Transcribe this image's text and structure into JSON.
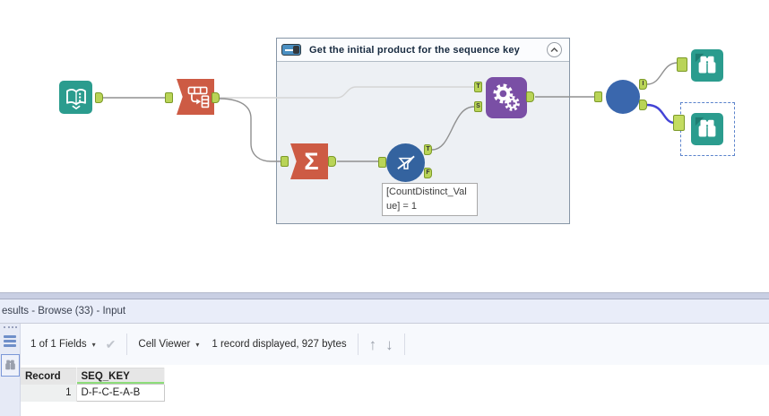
{
  "workflow": {
    "container": {
      "title": "Get the initial product for the sequence key"
    },
    "annotation": {
      "text": "[CountDistinct_Value] = 1",
      "line1": "[CountDistinct_Val",
      "line2": "ue] = 1"
    },
    "anchors": {
      "filter_true": "T",
      "filter_false": "F",
      "macro_t": "T",
      "macro_s": "S",
      "union_i": "I"
    }
  },
  "results": {
    "title": "esults - Browse (33) - Input",
    "toolbar": {
      "fields_dropdown": "1 of 1 Fields",
      "cell_viewer_dropdown": "Cell Viewer",
      "status": "1 record displayed, 927 bytes"
    },
    "table": {
      "headers": [
        "Record",
        "SEQ_KEY"
      ],
      "rows": [
        [
          "1",
          "D-F-C-E-A-B"
        ]
      ]
    }
  },
  "icons": {
    "sigma": "Σ",
    "caret_down": "▾",
    "check": "✔",
    "arrow_up": "↑",
    "arrow_down": "↓"
  },
  "colors": {
    "teal": "#2b9c8e",
    "teal_dark": "#1f7d72",
    "orange": "#cd5b44",
    "purple": "#7a4fa5",
    "blue_circle": "#3a67ad",
    "filter_blue": "#34639f",
    "anchor_green": "#b9d457",
    "wire_gray": "#909090",
    "wire_light": "#d5d5d5",
    "wire_selected": "#4343d6"
  }
}
